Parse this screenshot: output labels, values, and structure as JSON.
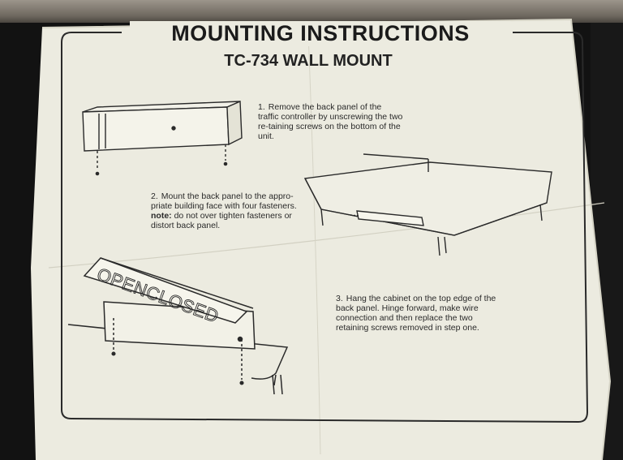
{
  "sheet": {
    "title": "MOUNTING INSTRUCTIONS",
    "subtitle": "TC-734 WALL MOUNT",
    "steps": [
      {
        "number": "1.",
        "text": "Remove the back panel of the traffic controller by unscrewing the two re-taining screws on the bottom of the unit."
      },
      {
        "number": "2.",
        "text_before_note": "Mount the back panel to the appro-priate building face with four fasteners.",
        "note_label": "note:",
        "text_after_note": "do not over tighten fasteners or distort back panel."
      },
      {
        "number": "3.",
        "text": "Hang the cabinet on the top edge of the back panel. Hinge forward, make wire connection and then replace the two retaining screws removed in step one."
      }
    ],
    "sign_text": "OPENCLOSED"
  },
  "colors": {
    "paper": "#ecebe0",
    "ink": "#222222",
    "background": "#121212",
    "shelf": "#8a8378"
  }
}
